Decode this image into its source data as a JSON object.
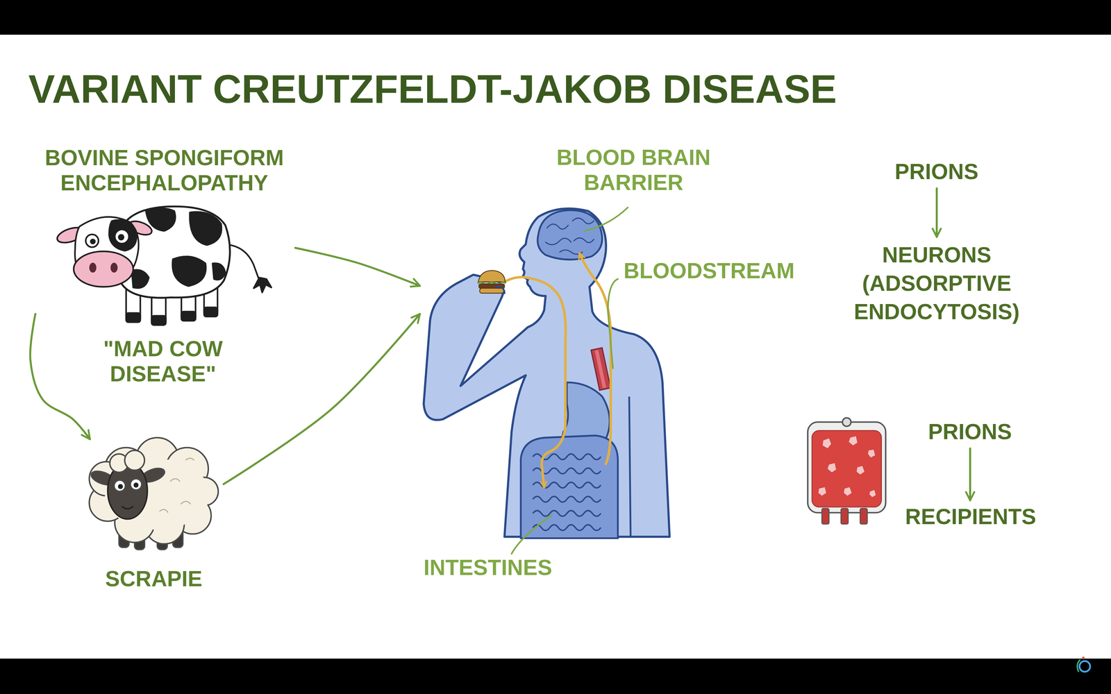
{
  "diagram": {
    "title": "VARIANT CREUTZFELDT-JAKOB DISEASE",
    "nodes": [
      {
        "text": [
          "BOVINE SPONGIFORM ENCEPHALOPATHY",
          "\"MAD COW DISEASE\""
        ]
      },
      {
        "text": [
          "SCRAPIE"
        ]
      },
      {
        "text": [
          "BLOOD BRAIN BARRIER",
          "BLOODSTREAM",
          "INTESTINES"
        ]
      },
      {
        "text": [
          "PRIONS"
        ]
      },
      {
        "text": [
          "NEURONS (ADSORPTIVE ENDOCYTOSIS)"
        ]
      },
      {
        "text": [
          "PRIONS"
        ]
      },
      {
        "text": [
          "RECIPIENTS"
        ]
      }
    ],
    "edges": [
      {
        "from": 0,
        "to": 1,
        "arrow": "to"
      },
      {
        "from": 0,
        "to": 2,
        "arrow": "to"
      },
      {
        "from": 1,
        "to": 2,
        "arrow": "to"
      },
      {
        "from": 3,
        "to": 4,
        "arrow": "to"
      },
      {
        "from": 5,
        "to": 6,
        "arrow": "to"
      }
    ]
  }
}
